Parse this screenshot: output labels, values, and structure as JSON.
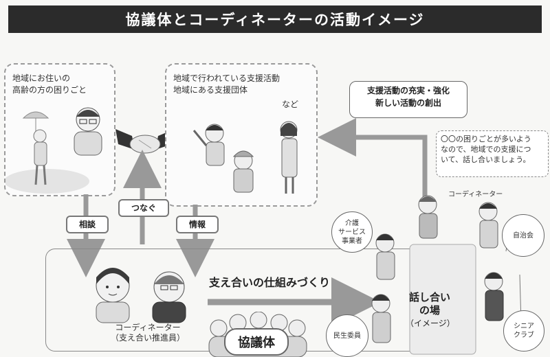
{
  "title": "協議体とコーディネーターの活動イメージ",
  "box_left": {
    "text1": "地域にお住いの",
    "text2": "高齢の方の困りごと"
  },
  "box_mid": {
    "text1": "地域で行われている支援活動",
    "text2": "地域にある支援団体",
    "etc": "など"
  },
  "connector_labels": {
    "soudan": "相談",
    "tsunagu": "つなぐ",
    "jouhou": "情報"
  },
  "callout": {
    "line1": "支援活動の充実・強化",
    "line2": "新しい活動の創出"
  },
  "speech": {
    "line1": "〇〇の困りごとが多いよう",
    "line2": "なので、地域での支援につ",
    "line3": "いて、話し合いましょう。"
  },
  "coordinator_tag": "コーディネーター",
  "coordinator": {
    "line1": "コーディネーター",
    "line2": "（支え合い推進員）"
  },
  "flow_label": "支え合いの仕組みづくり",
  "kyogitai": "協議体",
  "meeting": {
    "line1": "話し合い",
    "line2": "の場",
    "line3": "（イメージ）"
  },
  "circles": {
    "c1_line1": "介護",
    "c1_line2": "サービス",
    "c1_line3": "事業者",
    "c2": "自治会",
    "c3": "民生委員",
    "c4_line1": "シニア",
    "c4_line2": "クラブ"
  },
  "colors": {
    "title_bg": "#2b2b2b",
    "box_border": "#9a9a9a",
    "arrow": "#999999"
  }
}
